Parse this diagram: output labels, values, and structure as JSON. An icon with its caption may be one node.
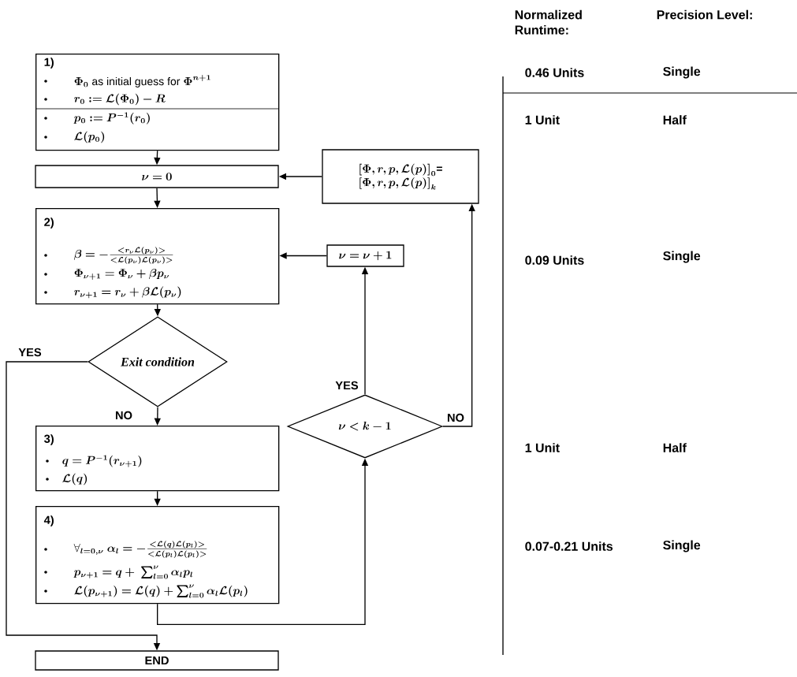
{
  "diagram": {
    "nodes": [
      {
        "text": [
          "1)",
          "\\bm{\\Phi_0}\\text{ as initial guess for }\\bm{\\Phi^{n+1}}",
          "\\bm{r_0 := \\mathcal{L}(\\Phi_0) - R}",
          "\\bm{p_0 := P^{-1}(r_0)}",
          "\\bm{\\mathcal{L}(p_0)}"
        ]
      },
      {
        "text": [
          "\\bm{\\nu = 0}"
        ]
      },
      {
        "text": [
          "2)",
          "\\bm{\\beta = -\\frac{<r_\\nu \\mathcal{L}(p_\\nu)>}{<\\mathcal{L}(p_\\nu)\\mathcal{L}(p_\\nu)>}}",
          "\\bm{\\Phi_{\\nu+1} = \\Phi_\\nu + \\beta p_\\nu}",
          "\\bm{r_{\\nu+1} = r_\\nu + \\beta\\mathcal{L}(p_\\nu)}"
        ]
      },
      {
        "text": [
          "Exit condition"
        ]
      },
      {
        "text": [
          "3)",
          "\\bm{q = P^{-1}(r_{\\nu+1})}",
          "\\bm{\\mathcal{L}(q)}"
        ]
      },
      {
        "text": [
          "4)",
          "\\forall_{\\bm{l=0,\\nu}}\\ \\bm{\\alpha_l = -\\frac{<\\mathcal{L}(q)\\mathcal{L}(p_l)>}{<\\mathcal{L}(p_l)\\mathcal{L}(p_l)>}}",
          "\\bm{p_{\\nu+1} = q +\\ \\sum_{l=0}^{\\nu}\\alpha_l p_l}",
          "\\bm{\\mathcal{L}(p_{\\nu+1}) = \\mathcal{L}(q) + \\sum_{l=0}^{\\nu}\\alpha_l\\mathcal{L}(p_l)}"
        ]
      },
      {
        "text": [
          "END"
        ]
      },
      {
        "text": [
          "\\bm{\\nu = \\nu + 1}"
        ]
      },
      {
        "text": [
          "\\bm{\\nu < k - 1}"
        ]
      },
      {
        "text": [
          "\\begin{array}{@{}l@{}}\\bm{[\\Phi, r, p, \\mathcal{L}(p)]_0}\\textbf{=}\\\\ \\bm{[\\Phi, r, p, \\mathcal{L}(p)]_k}\\end{array}"
        ]
      }
    ],
    "edges": [
      {
        "from": 0,
        "to": 1,
        "arrow": "to"
      },
      {
        "from": 1,
        "to": 2,
        "arrow": "to"
      },
      {
        "from": 2,
        "to": 3,
        "arrow": "to"
      },
      {
        "from": 3,
        "to": 4,
        "arrow": "to",
        "label": "NO"
      },
      {
        "from": 3,
        "to": 6,
        "arrow": "to",
        "label": "YES"
      },
      {
        "from": 4,
        "to": 5,
        "arrow": "to"
      },
      {
        "from": 5,
        "to": 8,
        "arrow": "to"
      },
      {
        "from": 8,
        "to": 7,
        "arrow": "to",
        "label": "YES"
      },
      {
        "from": 8,
        "to": 9,
        "arrow": "to",
        "label": "NO"
      },
      {
        "from": 7,
        "to": 2,
        "arrow": "to"
      },
      {
        "from": 9,
        "to": 1,
        "arrow": "to"
      }
    ],
    "labels": [
      "Normalized Runtime:",
      "Precision Level:",
      "0.46 Units",
      "Single",
      "1 Unit",
      "Half",
      "0.09 Units",
      "Single",
      "1 Unit",
      "Half",
      "0.07-0.21 Units",
      "Single"
    ]
  }
}
